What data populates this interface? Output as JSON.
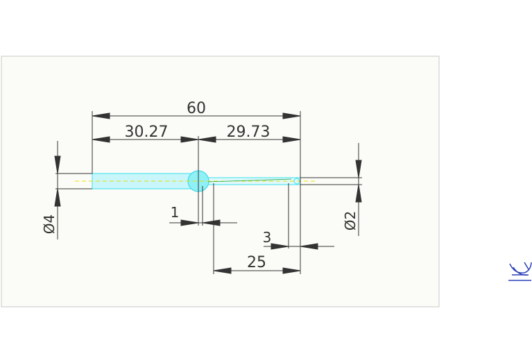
{
  "colors": {
    "background": "#ffffff",
    "sheet": "#fbfbf7",
    "sheet_border": "#c8c8c8",
    "dimension": "#333333",
    "part_outline": "#36e0ee",
    "part_fill": "#c9f6fa",
    "centerline": "#e8e000",
    "icon": "#2a3fb8"
  },
  "dimensions": {
    "overall_length": "60",
    "left_segment": "30.27",
    "right_segment": "29.73",
    "left_diameter": "Ø4",
    "right_diameter": "Ø2",
    "gap": "1",
    "tip_length": "3",
    "thin_length": "25"
  },
  "icons": {
    "side_icon": "cad-logo-icon"
  }
}
